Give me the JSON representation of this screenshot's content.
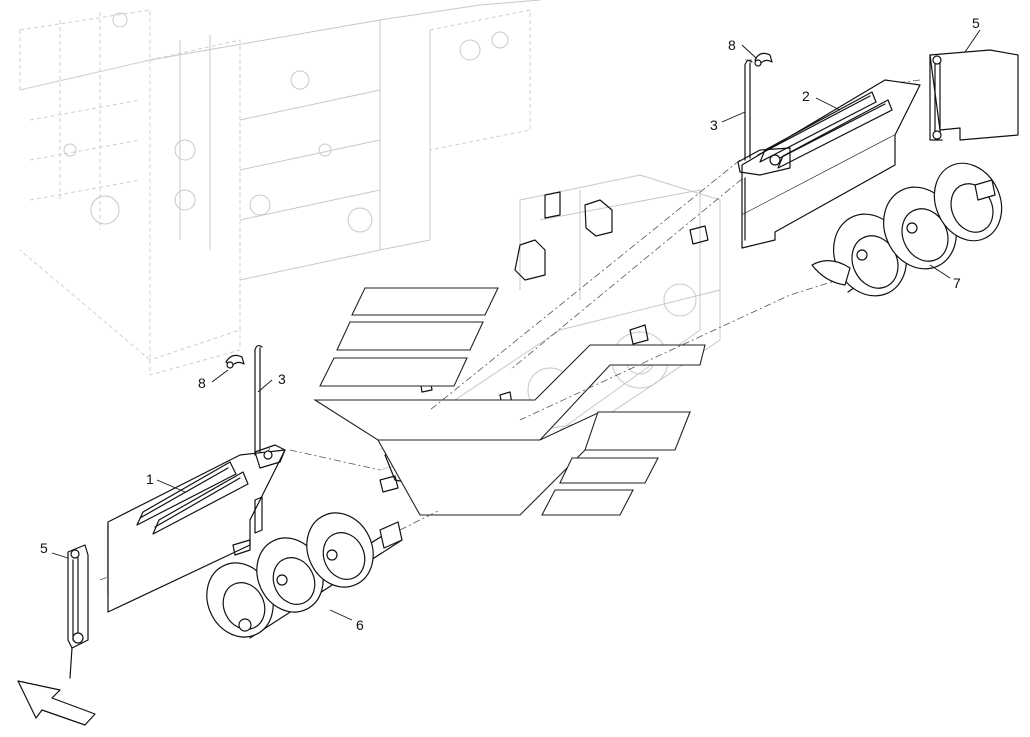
{
  "callouts": [
    {
      "id": "c1",
      "text": "1"
    },
    {
      "id": "c2",
      "text": "2"
    },
    {
      "id": "c3a",
      "text": "3"
    },
    {
      "id": "c3b",
      "text": "3"
    },
    {
      "id": "c5a",
      "text": "5"
    },
    {
      "id": "c5b",
      "text": "5"
    },
    {
      "id": "c6",
      "text": "6"
    },
    {
      "id": "c7",
      "text": "7"
    },
    {
      "id": "c8a",
      "text": "8"
    },
    {
      "id": "c8b",
      "text": "8"
    }
  ],
  "colors": {
    "line": "#111111",
    "ghost": "#c8c8c8",
    "background": "#ffffff"
  },
  "icons": [
    "direction-arrow-icon",
    "watermark-logo"
  ]
}
